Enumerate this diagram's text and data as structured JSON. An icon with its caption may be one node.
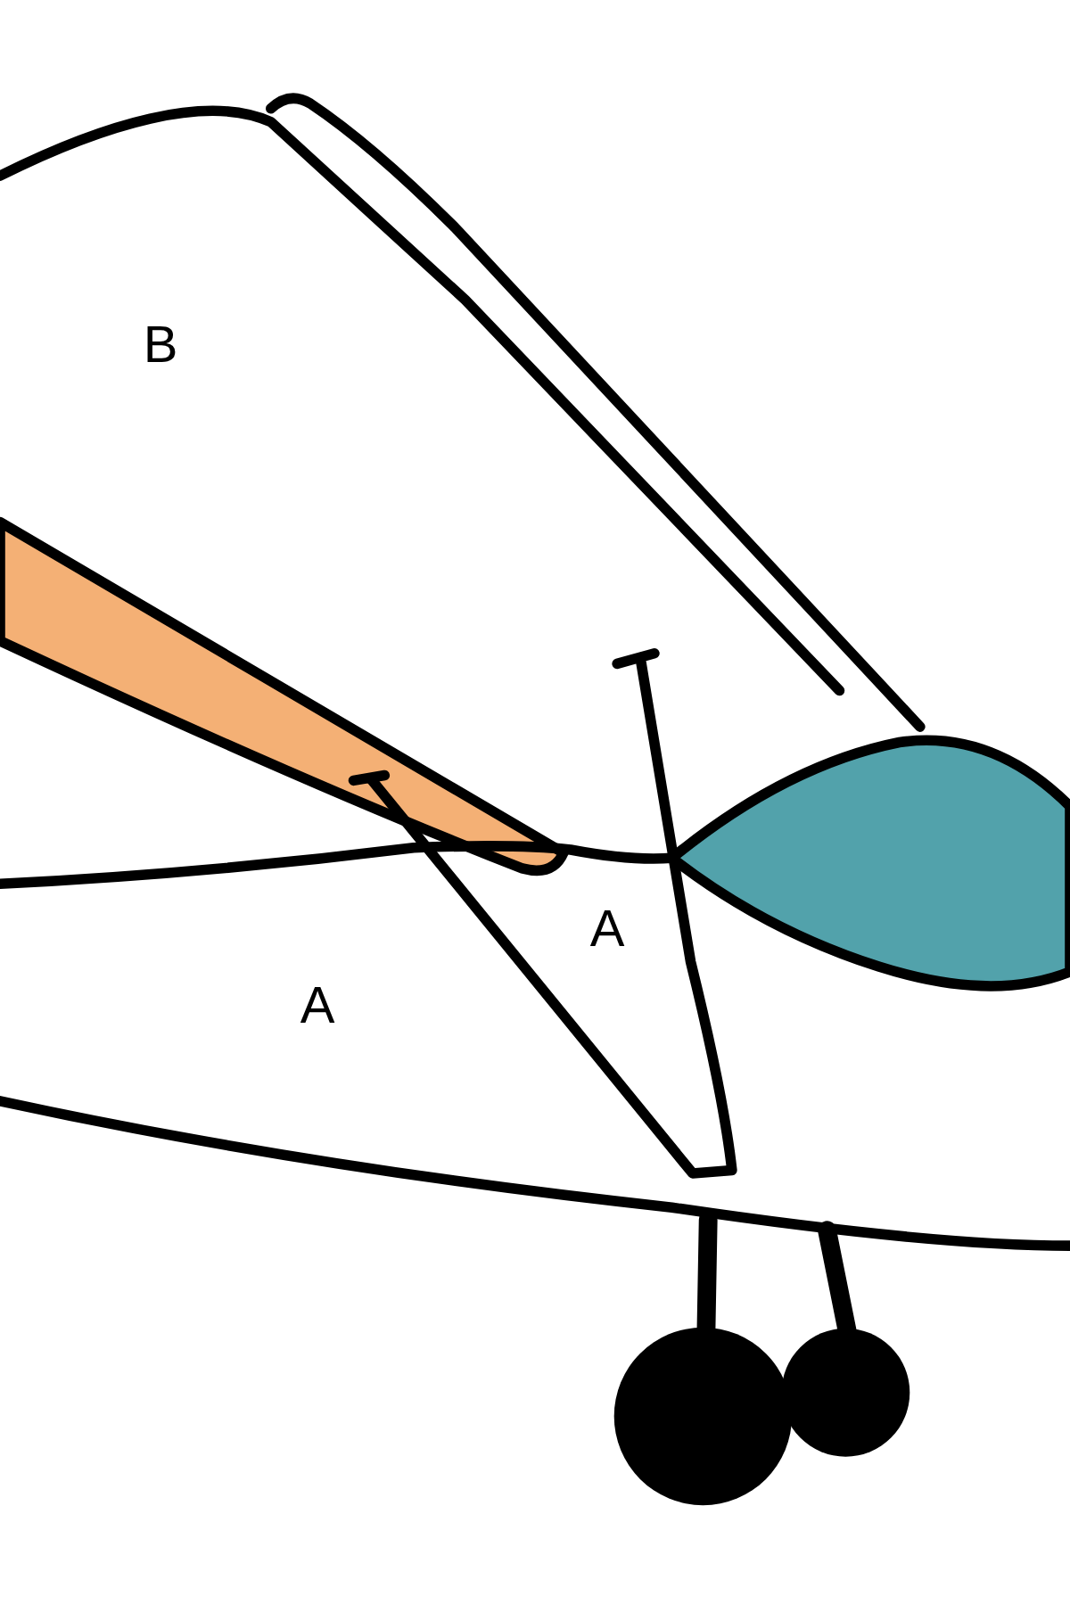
{
  "diagram": {
    "labels": [
      "B",
      "A",
      "A"
    ]
  }
}
